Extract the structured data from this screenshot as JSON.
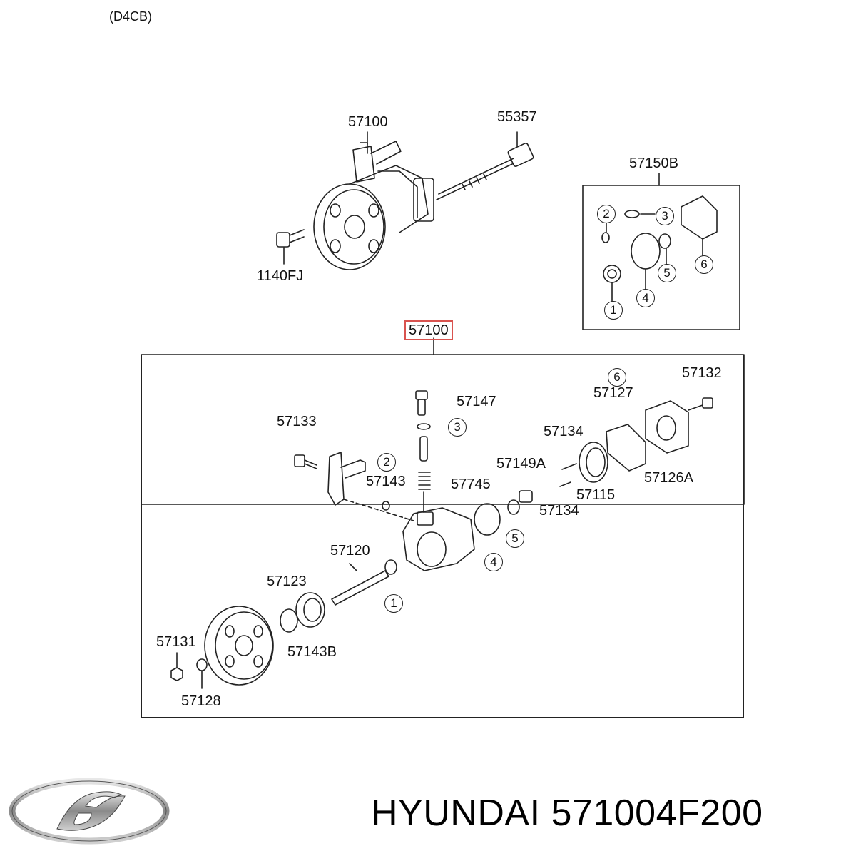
{
  "engine": "(D4CB)",
  "brand": {
    "name": "HYUNDAI",
    "part_number": "571004F200",
    "logo_icon": "hyundai-logo-icon"
  },
  "assembly": {
    "pump_label": "57100",
    "bolt_label": "55357",
    "small_bolt_label": "1140FJ"
  },
  "kit": {
    "label": "57150B",
    "items": [
      "1",
      "2",
      "3",
      "4",
      "5",
      "6"
    ]
  },
  "exploded": {
    "header_label": "57100",
    "labels": {
      "l57147": "57147",
      "l57133": "57133",
      "l57143": "57143",
      "l57745": "57745",
      "l57134a": "57134",
      "l57149A": "57149A",
      "l57134b": "57134",
      "l57115": "57115",
      "l57132": "57132",
      "l57127": "57127",
      "l57126A": "57126A",
      "l57120": "57120",
      "l57123": "57123",
      "l57143B": "57143B",
      "l57131": "57131",
      "l57128": "57128"
    },
    "refs": {
      "r1": "1",
      "r2": "2",
      "r3": "3",
      "r4": "4",
      "r5": "5",
      "r6": "6"
    }
  },
  "colors": {
    "highlight": "#d9534f",
    "line": "#222222"
  }
}
